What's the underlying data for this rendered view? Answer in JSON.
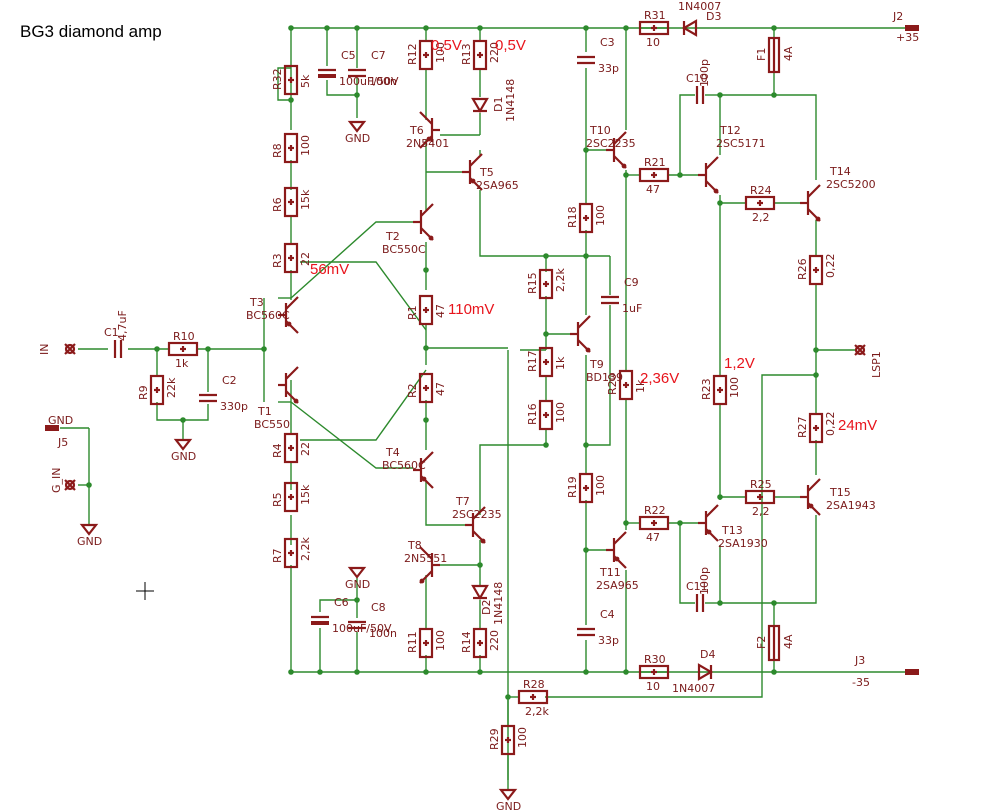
{
  "title": "BG3 diamond amp",
  "colors": {
    "wire": "#2d8a2d",
    "part": "#8b1a1a",
    "annotation": "#e8141c",
    "label": "#7a1a1a"
  },
  "annotations": [
    "0,5V",
    "0,5V",
    "56mV",
    "110mV",
    "2,36V",
    "1,2V",
    "24mV"
  ],
  "resistors": [
    {
      "name": "R32",
      "value": "5k"
    },
    {
      "name": "R8",
      "value": "100"
    },
    {
      "name": "R6",
      "value": "15k"
    },
    {
      "name": "R3",
      "value": "22"
    },
    {
      "name": "R4",
      "value": "22"
    },
    {
      "name": "R5",
      "value": "15k"
    },
    {
      "name": "R7",
      "value": "2,2k"
    },
    {
      "name": "R10",
      "value": "1k"
    },
    {
      "name": "R9",
      "value": "22k"
    },
    {
      "name": "R12",
      "value": "100"
    },
    {
      "name": "R13",
      "value": "220"
    },
    {
      "name": "R1",
      "value": "47"
    },
    {
      "name": "R2",
      "value": "47"
    },
    {
      "name": "R11",
      "value": "100"
    },
    {
      "name": "R14",
      "value": "220"
    },
    {
      "name": "R15",
      "value": "2,2k"
    },
    {
      "name": "R17",
      "value": "1k"
    },
    {
      "name": "R16",
      "value": "100"
    },
    {
      "name": "R18",
      "value": "100"
    },
    {
      "name": "R19",
      "value": "100"
    },
    {
      "name": "R20",
      "value": "1k"
    },
    {
      "name": "R21",
      "value": "47"
    },
    {
      "name": "R22",
      "value": "47"
    },
    {
      "name": "R23",
      "value": "100"
    },
    {
      "name": "R24",
      "value": "2,2"
    },
    {
      "name": "R25",
      "value": "2,2"
    },
    {
      "name": "R26",
      "value": "0,22"
    },
    {
      "name": "R27",
      "value": "0,22"
    },
    {
      "name": "R28",
      "value": "2,2k"
    },
    {
      "name": "R29",
      "value": "100"
    },
    {
      "name": "R30",
      "value": "10"
    },
    {
      "name": "R31",
      "value": "10"
    }
  ],
  "capacitors": [
    {
      "name": "C1",
      "value": "4,7uF"
    },
    {
      "name": "C2",
      "value": "330p"
    },
    {
      "name": "C5",
      "value": "100uF/50V"
    },
    {
      "name": "C7",
      "value": "100n"
    },
    {
      "name": "C6",
      "value": "100uF/50V"
    },
    {
      "name": "C8",
      "value": "100n"
    },
    {
      "name": "C3",
      "value": "33p"
    },
    {
      "name": "C4",
      "value": "33p"
    },
    {
      "name": "C9",
      "value": "1uF"
    },
    {
      "name": "C10",
      "value": "100p"
    },
    {
      "name": "C11",
      "value": "100p"
    }
  ],
  "transistors": [
    {
      "name": "T1",
      "type": "BC550"
    },
    {
      "name": "T2",
      "type": "BC550C"
    },
    {
      "name": "T3",
      "type": "BC560C"
    },
    {
      "name": "T4",
      "type": "BC560C"
    },
    {
      "name": "T5",
      "type": "2SA965"
    },
    {
      "name": "T6",
      "type": "2N5401"
    },
    {
      "name": "T7",
      "type": "2SC2235"
    },
    {
      "name": "T8",
      "type": "2N5551"
    },
    {
      "name": "T9",
      "type": "BD139"
    },
    {
      "name": "T10",
      "type": "2SC2235"
    },
    {
      "name": "T11",
      "type": "2SA965"
    },
    {
      "name": "T12",
      "type": "2SC5171"
    },
    {
      "name": "T13",
      "type": "2SA1930"
    },
    {
      "name": "T14",
      "type": "2SC5200"
    },
    {
      "name": "T15",
      "type": "2SA1943"
    }
  ],
  "diodes": [
    {
      "name": "D1",
      "type": "1N4148"
    },
    {
      "name": "D2",
      "type": "1N4148"
    },
    {
      "name": "D3",
      "type": "1N4007"
    },
    {
      "name": "D4",
      "type": "1N4007"
    }
  ],
  "fuses": [
    {
      "name": "F1",
      "value": "4A"
    },
    {
      "name": "F2",
      "value": "4A"
    }
  ],
  "connectors": [
    {
      "name": "J2",
      "value": "+35"
    },
    {
      "name": "J3",
      "value": "-35"
    },
    {
      "name": "J5",
      "value": ""
    },
    {
      "name": "IN"
    },
    {
      "name": "G_IN"
    },
    {
      "name": "GND"
    },
    {
      "name": "LSP1"
    }
  ],
  "ground_labels": [
    "GND",
    "GND",
    "GND",
    "GND",
    "GND",
    "GND"
  ]
}
